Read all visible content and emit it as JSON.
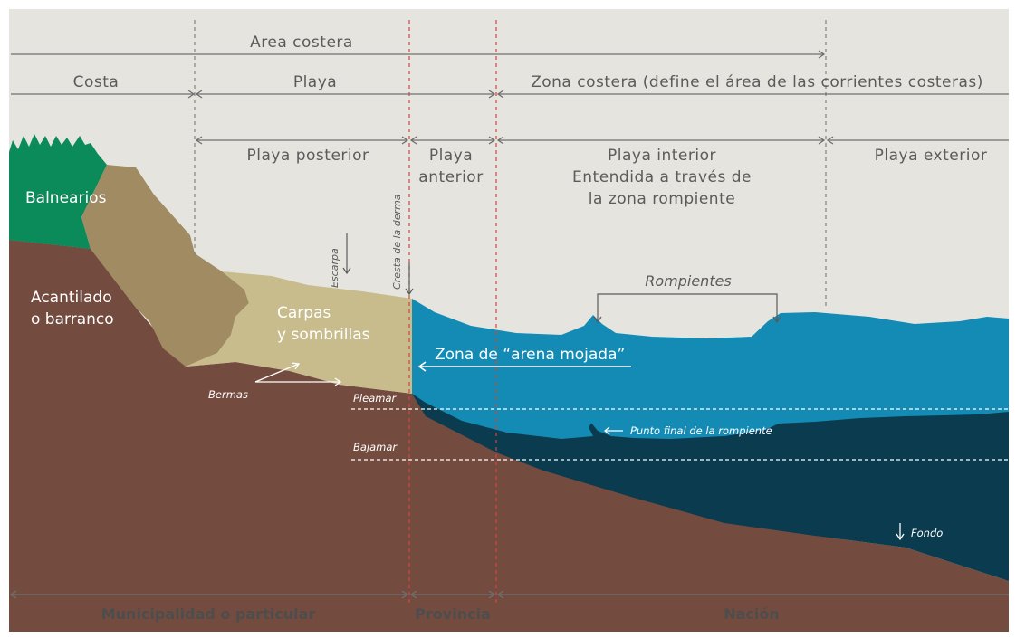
{
  "top": {
    "area_costera": "Area costera",
    "costa": "Costa",
    "playa": "Playa",
    "zona_costera": "Zona costera (define el área de las corrientes costeras)"
  },
  "zones": {
    "playa_posterior": "Playa posterior",
    "playa_anterior_1": "Playa",
    "playa_anterior_2": "anterior",
    "playa_interior_1": "Playa interior",
    "playa_interior_2": "Entendida a través de",
    "playa_interior_3": "la zona rompiente",
    "playa_exterior": "Playa exterior"
  },
  "labels": {
    "balnearios": "Balnearios",
    "acantilado_1": "Acantilado",
    "acantilado_2": "o barranco",
    "carpas_1": "Carpas",
    "carpas_2": "y sombrillas",
    "escarpa": "Escarpa",
    "cresta": "Cresta de la derma",
    "rompientes": "Rompientes",
    "arena_mojada": "Zona de “arena mojada”",
    "bermas": "Bermas",
    "pleamar": "Pleamar",
    "bajamar": "Bajamar",
    "punto_final": "Punto final de la rompiente",
    "fondo": "Fondo"
  },
  "bottom": {
    "municipalidad": "Municipalidad o particular",
    "provincia": "Provincia",
    "nacion": "Nación"
  },
  "colors": {
    "background": "#e6e4df",
    "grass": "#0b8a5a",
    "cliff": "#a08b62",
    "sand": "#c8bc8c",
    "earth": "#744c3f",
    "water": "#148bb4",
    "deep_water": "#0b3b4e",
    "boundary_red": "#d2463c"
  }
}
